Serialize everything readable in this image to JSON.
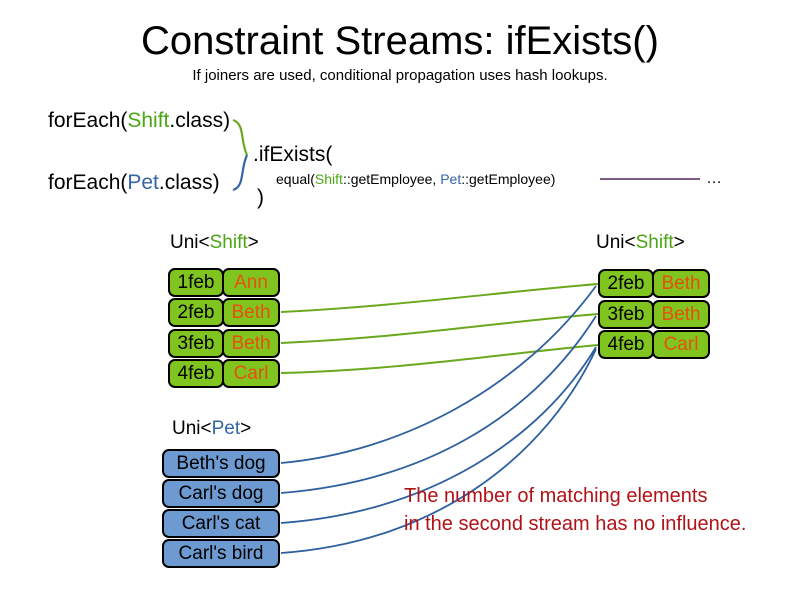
{
  "header": {
    "title": "Constraint Streams: ifExists()",
    "subtitle": "If joiners are used, conditional propagation uses hash lookups."
  },
  "code": {
    "foreach_shift": {
      "prefix": "forEach(",
      "type": "Shift",
      "suffix": ".class)"
    },
    "foreach_pet": {
      "prefix": "forEach(",
      "type": "Pet",
      "suffix": ".class)"
    },
    "if_exists": ".ifExists(",
    "equal": {
      "prefix": "equal(",
      "type_a": "Shift",
      "mid": "::getEmployee, ",
      "type_b": "Pet",
      "suffix": "::getEmployee)"
    },
    "close_paren": ")",
    "ellipsis": "…"
  },
  "streams": {
    "left_shift": {
      "label_prefix": "Uni<",
      "label_type": "Shift",
      "label_suffix": ">",
      "rows": [
        {
          "date": "1feb",
          "name": "Ann"
        },
        {
          "date": "2feb",
          "name": "Beth"
        },
        {
          "date": "3feb",
          "name": "Beth"
        },
        {
          "date": "4feb",
          "name": "Carl"
        }
      ]
    },
    "right_shift": {
      "label_prefix": "Uni<",
      "label_type": "Shift",
      "label_suffix": ">",
      "rows": [
        {
          "date": "2feb",
          "name": "Beth"
        },
        {
          "date": "3feb",
          "name": "Beth"
        },
        {
          "date": "4feb",
          "name": "Carl"
        }
      ]
    },
    "pet": {
      "label_prefix": "Uni<",
      "label_type": "Pet",
      "label_suffix": ">",
      "rows": [
        {
          "name": "Beth's dog"
        },
        {
          "name": "Carl's dog"
        },
        {
          "name": "Carl's cat"
        },
        {
          "name": "Carl's bird"
        }
      ]
    }
  },
  "note": {
    "line1": "The number of matching elements",
    "line2": "in the second stream has no influence."
  },
  "colors": {
    "shift_green": "#4ba614",
    "pet_blue": "#3465a4",
    "box_green": "#80c41f",
    "box_blue": "#6d9ad0",
    "name_orange": "#e8500f",
    "note_red": "#b11217",
    "connector_green": "#6aa81e",
    "connector_blue": "#2e5f9e",
    "joiner_purple": "#7a5c85"
  }
}
